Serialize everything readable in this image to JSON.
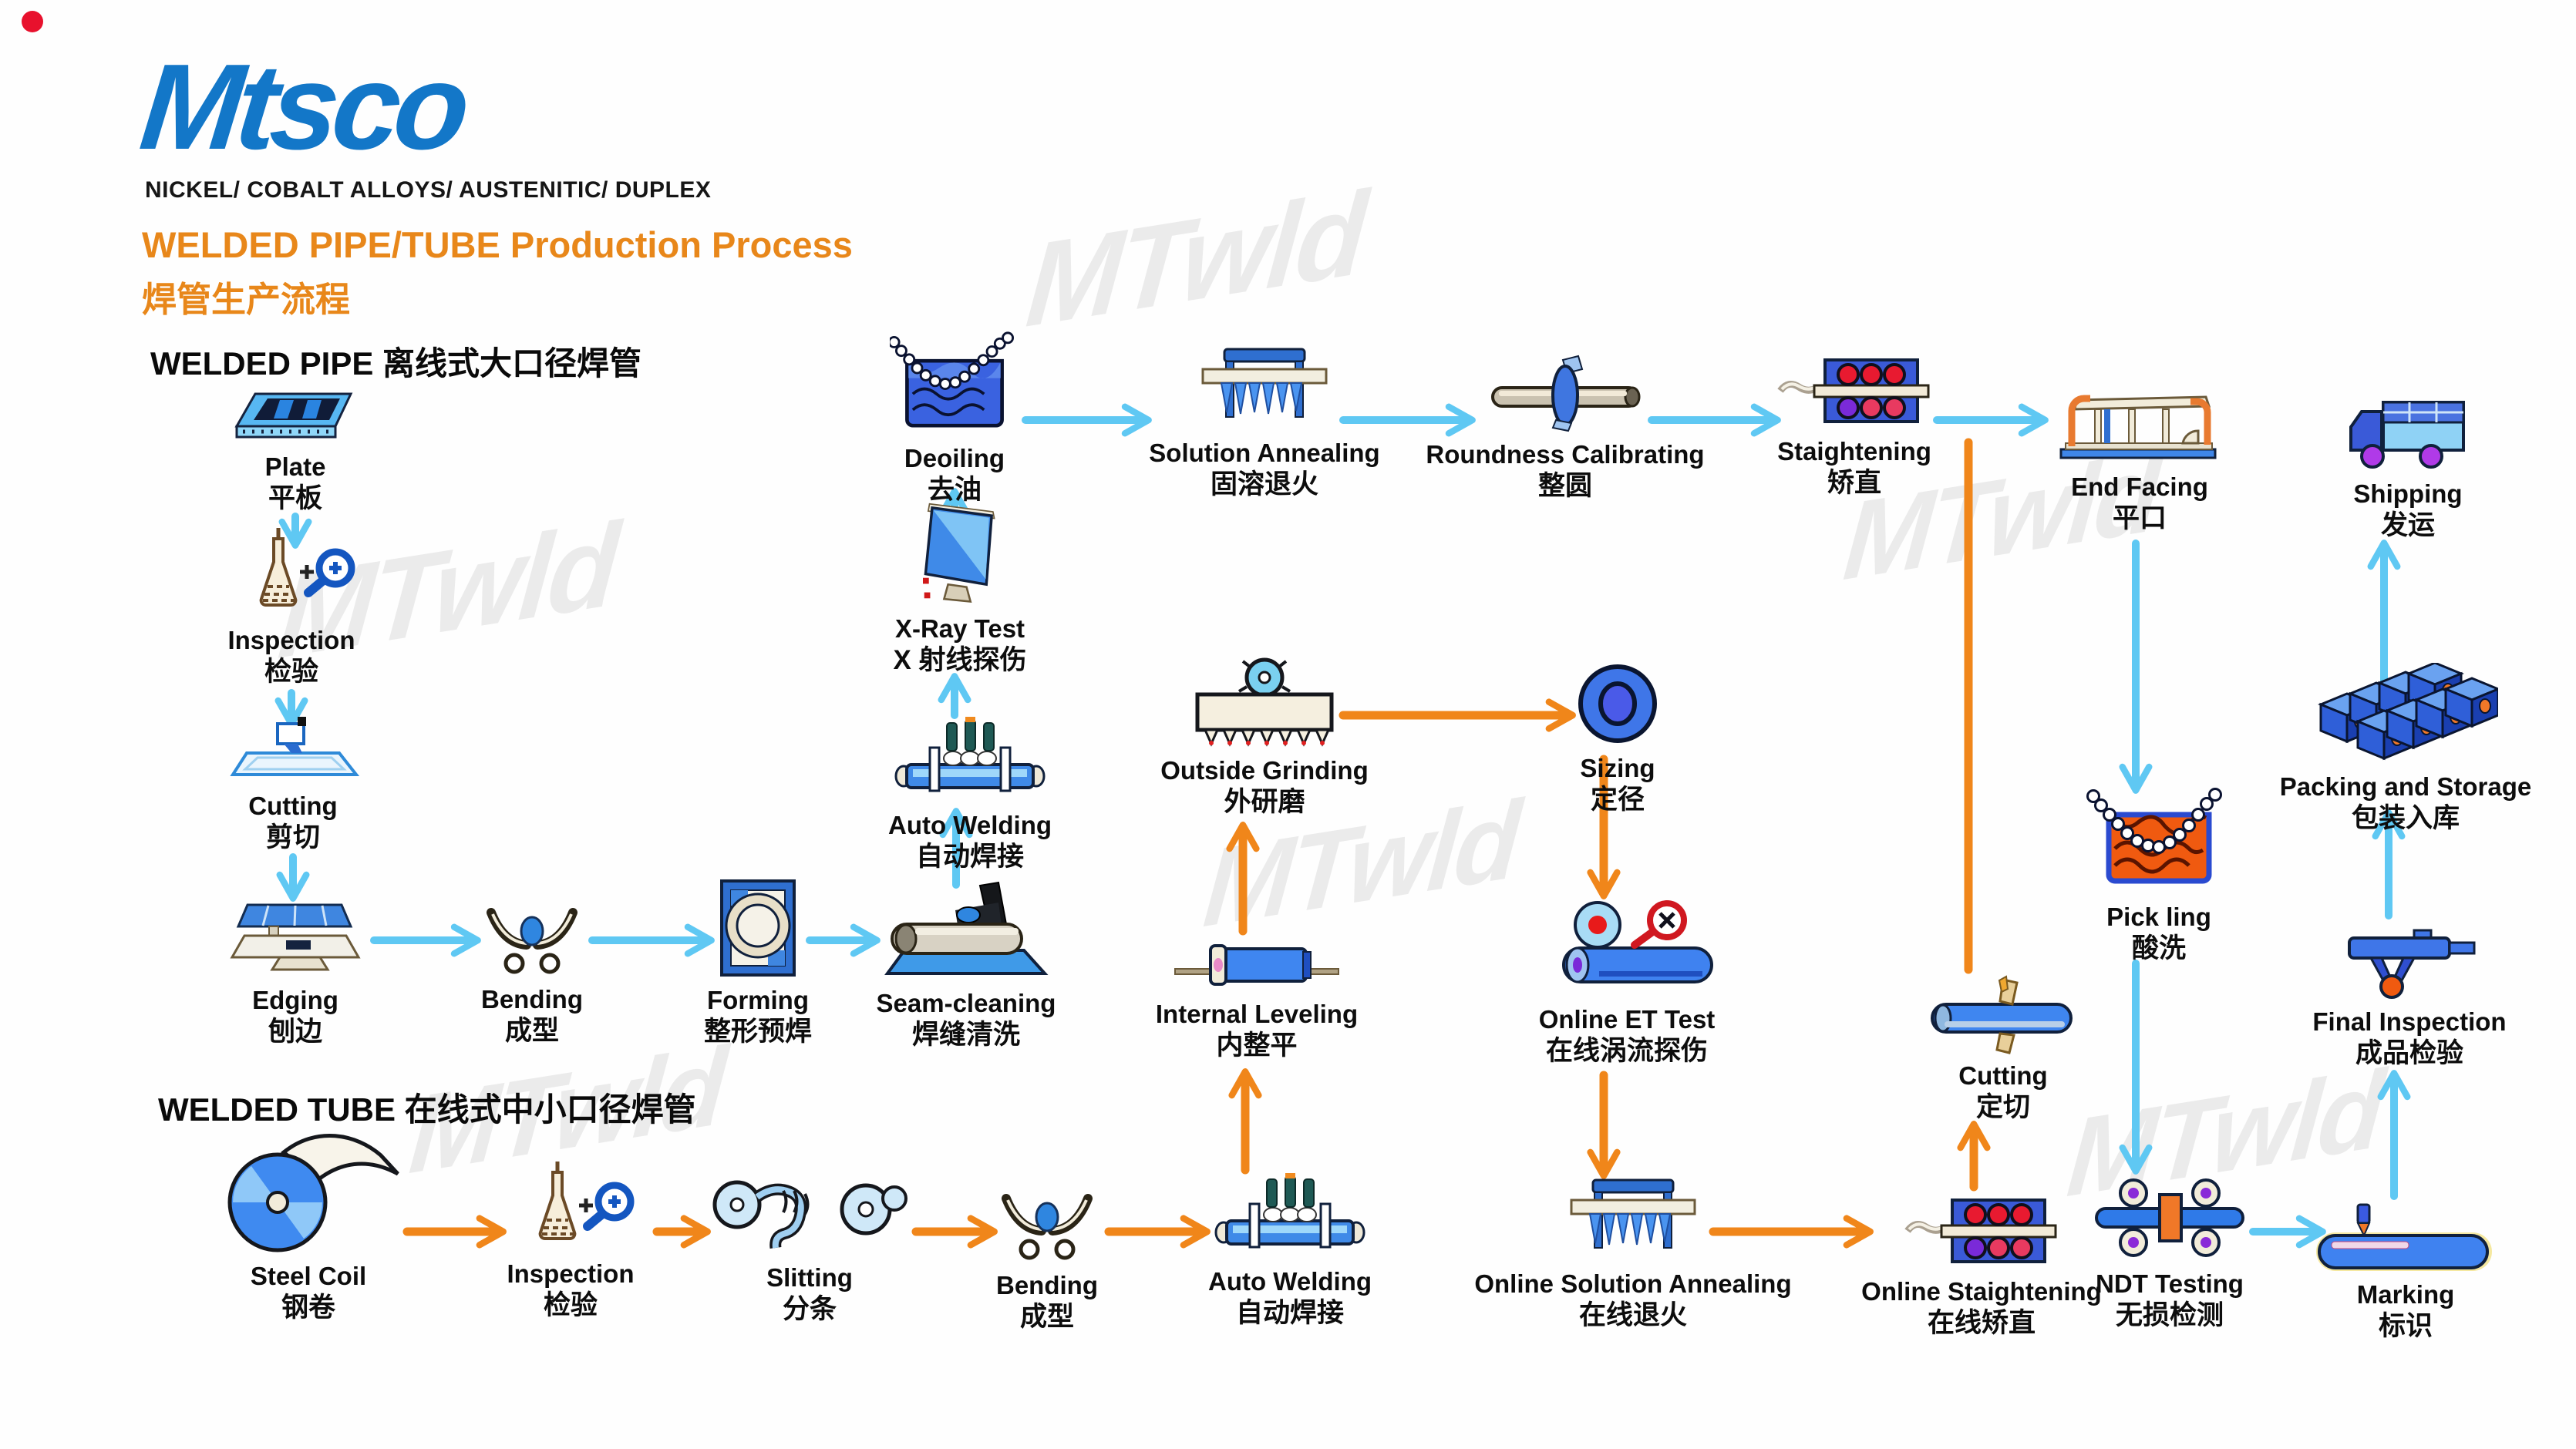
{
  "logo": {
    "brand": "Mtsco",
    "tagline": "NICKEL/ COBALT ALLOYS/ AUSTENITIC/ DUPLEX",
    "brand_color": "#1377c8",
    "dot_color": "#e8112d"
  },
  "title": {
    "line1": "WELDED PIPE/TUBE Production Process",
    "line2": "焊管生产流程",
    "color": "#e8871a"
  },
  "sections": {
    "pipe": "WELDED PIPE 离线式大口径焊管",
    "tube": "WELDED TUBE 在线式中小口径焊管"
  },
  "watermark": {
    "text": "MTwld"
  },
  "colors": {
    "arrow_blue": "#5fc8f3",
    "arrow_orange": "#f0861a",
    "icon_blue": "#3f86e8",
    "label_black": "#0d0d0d"
  },
  "nodes": {
    "plate": {
      "en": "Plate",
      "zh": "平板"
    },
    "inspection_pipe": {
      "en": "Inspection",
      "zh": "检验"
    },
    "cutting_pipe": {
      "en": "Cutting",
      "zh": "剪切"
    },
    "edging": {
      "en": "Edging",
      "zh": "刨边"
    },
    "bending_pipe": {
      "en": "Bending",
      "zh": "成型"
    },
    "forming": {
      "en": "Forming",
      "zh": "整形预焊"
    },
    "seam_cleaning": {
      "en": "Seam-cleaning",
      "zh": "焊缝清洗"
    },
    "auto_welding_pipe": {
      "en": "Auto Welding",
      "zh": "自动焊接"
    },
    "xray_test": {
      "en": "X-Ray Test",
      "zh": "X 射线探伤"
    },
    "deoiling": {
      "en": "Deoiling",
      "zh": "去油"
    },
    "solution_annealing": {
      "en": "Solution Annealing",
      "zh": "固溶退火"
    },
    "roundness_calibrating": {
      "en": "Roundness Calibrating",
      "zh": "整圆"
    },
    "staightening": {
      "en": "Staightening",
      "zh": "矫直"
    },
    "end_facing": {
      "en": "End Facing",
      "zh": "平口"
    },
    "shipping": {
      "en": "Shipping",
      "zh": "发运"
    },
    "pickling": {
      "en": "Pick ling",
      "zh": "酸洗"
    },
    "packing_storage": {
      "en": "Packing and Storage",
      "zh": "包装入库"
    },
    "final_inspection": {
      "en": "Final Inspection",
      "zh": "成品检验"
    },
    "cutting_fixed": {
      "en": "Cutting",
      "zh": "定切"
    },
    "marking": {
      "en": "Marking",
      "zh": "标识"
    },
    "ndt_testing": {
      "en": "NDT Testing",
      "zh": "无损检测"
    },
    "online_staightening": {
      "en": "Online Staightening",
      "zh": "在线矫直"
    },
    "online_solution_annealing": {
      "en": "Online Solution Annealing",
      "zh": "在线退火"
    },
    "auto_welding_tube": {
      "en": "Auto Welding",
      "zh": "自动焊接"
    },
    "bending_tube": {
      "en": "Bending",
      "zh": "成型"
    },
    "slitting": {
      "en": "Slitting",
      "zh": "分条"
    },
    "inspection_tube": {
      "en": "Inspection",
      "zh": "检验"
    },
    "steel_coil": {
      "en": "Steel Coil",
      "zh": "钢卷"
    },
    "internal_leveling": {
      "en": "Internal Leveling",
      "zh": "内整平"
    },
    "online_et_test": {
      "en": "Online ET Test",
      "zh": "在线涡流探伤"
    },
    "outside_grinding": {
      "en": "Outside Grinding",
      "zh": "外研磨"
    },
    "sizing": {
      "en": "Sizing",
      "zh": "定径"
    }
  }
}
